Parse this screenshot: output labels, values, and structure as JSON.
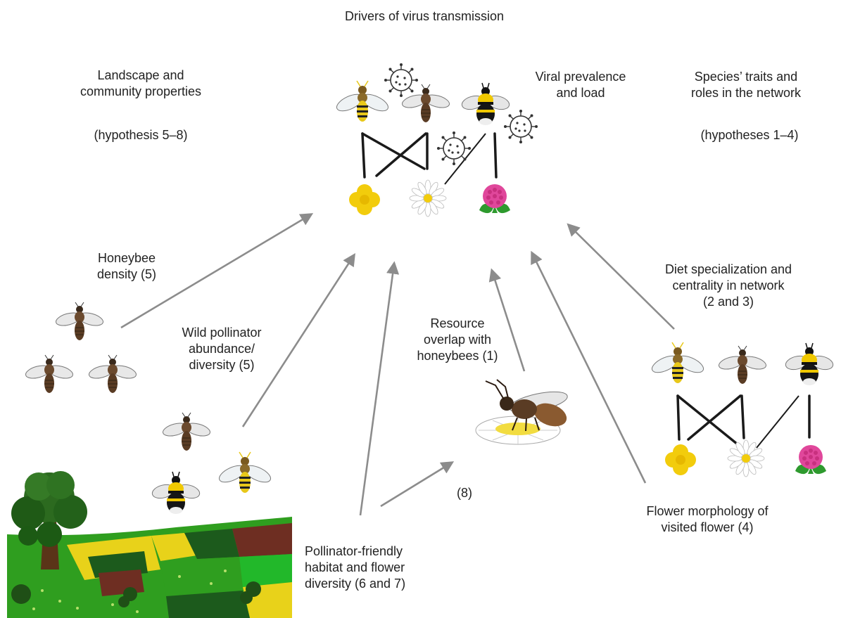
{
  "title": "Drivers of virus transmission",
  "labels": {
    "landscape": [
      "Landscape and",
      "community properties"
    ],
    "landscape_hyp": "(hypothesis 5–8)",
    "viral": [
      "Viral prevalence",
      "and load"
    ],
    "species": [
      "Species’ traits and",
      "roles in the network"
    ],
    "species_hyp": "(hypotheses 1–4)",
    "honeybee_density": [
      "Honeybee",
      "density (5)"
    ],
    "wild_pollinator": [
      "Wild pollinator",
      "abundance/",
      "diversity (5)"
    ],
    "resource_overlap": [
      "Resource",
      "overlap with",
      "honeybees (1)"
    ],
    "diet": [
      "Diet specialization and",
      "centrality in network",
      "(2 and 3)"
    ],
    "eight": "(8)",
    "habitat": [
      "Pollinator-friendly",
      "habitat and flower",
      "diversity (6 and 7)"
    ],
    "flower_morph": [
      "Flower morphology of",
      "visited flower (4)"
    ]
  },
  "colors": {
    "arrow": "#8c8c8c",
    "link": "#1a1a1a",
    "yellow_flower": "#f2cc0c",
    "clover": "#e0479b",
    "leaf": "#2e9a2e",
    "bee_body": "#6b4a2e",
    "field_green": "#2f9e1f",
    "field_dark": "#1c5a1c",
    "field_yellow": "#e8d21a",
    "field_brown": "#6e2e22"
  },
  "icons": [
    "honeybee-icon",
    "hoverfly-icon",
    "bumblebee-icon",
    "virus-icon",
    "buttercup-icon",
    "daisy-icon",
    "clover-icon",
    "tree-icon"
  ]
}
